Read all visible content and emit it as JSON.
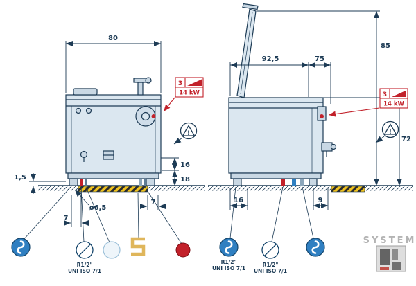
{
  "drawing": {
    "front_view": {
      "dim_width": "80",
      "dim_plinth_height": "1,5",
      "dim_drain_upper": "16",
      "dim_drain_lower": "18",
      "dim_hole_diameter": "ø6,5",
      "dim_offset_a": "7",
      "dim_offset_b": "7",
      "power_box": {
        "phases": "3",
        "power": "14 kW"
      },
      "drain_connection_label": {
        "line1": "R1/2\"",
        "line2": "UNI ISO 7/1"
      }
    },
    "side_view": {
      "dim_depth": "92,5",
      "dim_door": "75",
      "dim_total_height": "85",
      "dim_body_height": "72",
      "dim_offset_left": "16",
      "dim_offset_right": "9",
      "power_box": {
        "phases": "3",
        "power": "14 kW"
      },
      "water_connection_label_1": {
        "line1": "R1/2\"",
        "line2": "UNI ISO 7/1"
      },
      "water_connection_label_2": {
        "line1": "R1/2\"",
        "line2": "UNI ISO 7/1"
      }
    },
    "warning_glyph": "!",
    "watermark": "SYSTEM"
  },
  "colors": {
    "line": "#1d3b55",
    "body_fill": "#dbe7f0",
    "body_fill_dark": "#c9d8e4",
    "accent_red": "#c2212a",
    "warning_yellow": "#f0c21f",
    "water_blue": "#2f7fc1",
    "gas_yellow": "#dfb65b",
    "watermark_gray": "#a8a8a8"
  }
}
